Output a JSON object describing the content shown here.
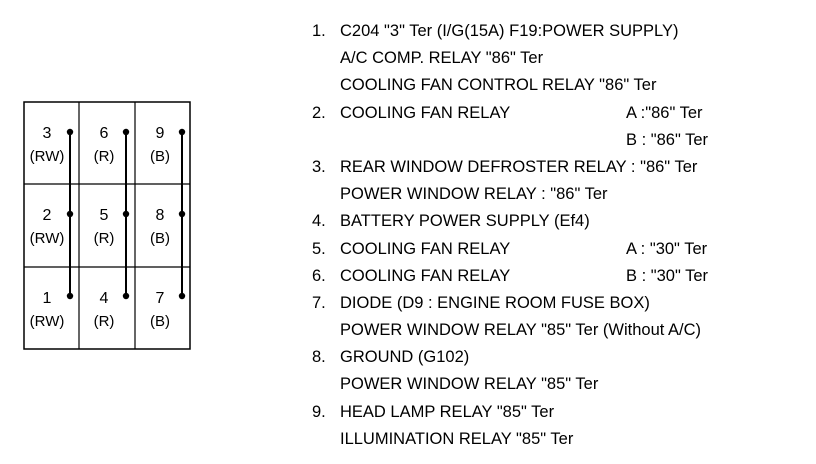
{
  "connector": {
    "cells": [
      {
        "pin": "3",
        "wire": "(RW)"
      },
      {
        "pin": "6",
        "wire": "(R)"
      },
      {
        "pin": "9",
        "wire": "(B)"
      },
      {
        "pin": "2",
        "wire": "(RW)"
      },
      {
        "pin": "5",
        "wire": "(R)"
      },
      {
        "pin": "8",
        "wire": "(B)"
      },
      {
        "pin": "1",
        "wire": "(RW)"
      },
      {
        "pin": "4",
        "wire": "(R)"
      },
      {
        "pin": "7",
        "wire": "(B)"
      }
    ]
  },
  "legend": [
    {
      "num": "1.",
      "lines": [
        {
          "text": "C204 \"3\" Ter (I/G(15A) F19:POWER SUPPLY)"
        },
        {
          "text": "A/C COMP. RELAY \"86\" Ter"
        },
        {
          "text": "COOLING FAN CONTROL RELAY \"86\" Ter"
        }
      ]
    },
    {
      "num": "2.",
      "lines": [
        {
          "text": "COOLING FAN RELAY",
          "side": "A :\"86\" Ter"
        },
        {
          "text": "",
          "side": "B : \"86\" Ter"
        }
      ]
    },
    {
      "num": "3.",
      "lines": [
        {
          "text": "REAR WINDOW DEFROSTER RELAY : \"86\" Ter"
        },
        {
          "text": "POWER WINDOW RELAY : \"86\" Ter"
        }
      ]
    },
    {
      "num": "4.",
      "lines": [
        {
          "text": "BATTERY POWER SUPPLY (Ef4)"
        }
      ]
    },
    {
      "num": "5.",
      "lines": [
        {
          "text": "COOLING FAN RELAY",
          "side": "A : \"30\" Ter"
        }
      ]
    },
    {
      "num": "6.",
      "lines": [
        {
          "text": "COOLING FAN RELAY",
          "side": "B : \"30\" Ter"
        }
      ]
    },
    {
      "num": "7.",
      "lines": [
        {
          "text": "DIODE (D9 : ENGINE ROOM FUSE BOX)"
        },
        {
          "text": "POWER WINDOW RELAY \"85\" Ter (Without A/C)"
        }
      ]
    },
    {
      "num": "8.",
      "lines": [
        {
          "text": "GROUND (G102)"
        },
        {
          "text": "POWER WINDOW RELAY \"85\" Ter"
        }
      ]
    },
    {
      "num": "9.",
      "lines": [
        {
          "text": "HEAD LAMP RELAY \"85\" Ter"
        },
        {
          "text": "ILLUMINATION RELAY \"85\" Ter"
        }
      ]
    }
  ]
}
